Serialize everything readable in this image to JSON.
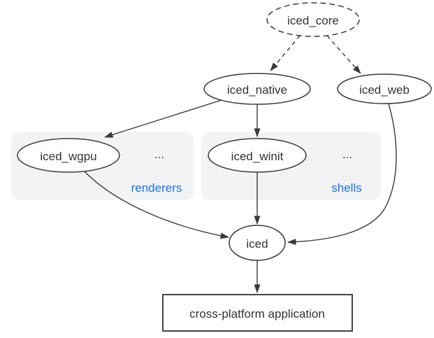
{
  "colors": {
    "background": "#ffffff",
    "line": "#3a3a3a",
    "node_fill": "#ffffff",
    "text": "#333333",
    "group_fill": "#f1f3f4",
    "group_label": "#1a73e8"
  },
  "nodes": {
    "iced_core": {
      "label": "iced_core",
      "shape": "ellipse",
      "border": "dashed"
    },
    "iced_native": {
      "label": "iced_native",
      "shape": "ellipse",
      "border": "solid"
    },
    "iced_web": {
      "label": "iced_web",
      "shape": "ellipse",
      "border": "solid"
    },
    "iced_wgpu": {
      "label": "iced_wgpu",
      "shape": "ellipse",
      "border": "solid"
    },
    "iced_winit": {
      "label": "iced_winit",
      "shape": "ellipse",
      "border": "solid"
    },
    "iced": {
      "label": "iced",
      "shape": "ellipse",
      "border": "solid"
    },
    "application": {
      "label": "cross-platform application",
      "shape": "rect",
      "border": "solid"
    }
  },
  "groups": {
    "renderers": {
      "label": "renderers",
      "ellipsis": "...",
      "contains": [
        "iced_wgpu"
      ]
    },
    "shells": {
      "label": "shells",
      "ellipsis": "...",
      "contains": [
        "iced_winit"
      ]
    }
  },
  "edges": [
    {
      "from": "iced_core",
      "to": "iced_native",
      "style": "dashed"
    },
    {
      "from": "iced_core",
      "to": "iced_web",
      "style": "dashed"
    },
    {
      "from": "iced_native",
      "to": "iced_wgpu",
      "style": "solid"
    },
    {
      "from": "iced_native",
      "to": "iced_winit",
      "style": "solid"
    },
    {
      "from": "iced_wgpu",
      "to": "iced",
      "style": "solid"
    },
    {
      "from": "iced_winit",
      "to": "iced",
      "style": "solid"
    },
    {
      "from": "iced_web",
      "to": "iced",
      "style": "solid"
    },
    {
      "from": "iced",
      "to": "application",
      "style": "solid"
    }
  ]
}
